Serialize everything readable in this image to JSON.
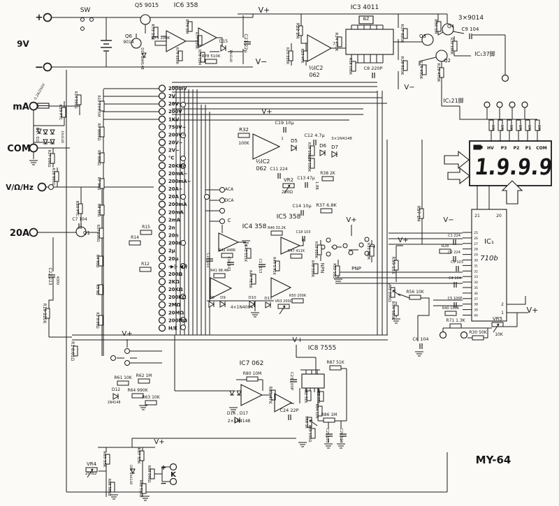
{
  "title": "MY-64",
  "colors": {
    "ink": "#1b1b1b",
    "paper": "#fbfaf7"
  },
  "power": {
    "plus": "+",
    "battery": "9V",
    "minus": "−",
    "switch": "SW"
  },
  "terminals": {
    "ma": "mA",
    "com": "COM",
    "v_ohm_hz": "V/Ω/Hz",
    "a20": "20A",
    "k_plus": "+",
    "k_label": "K",
    "k_minus": "−"
  },
  "display": {
    "digits": "1.9.9.9",
    "annunciators": [
      "HV",
      "P3",
      "P2",
      "P1",
      "COM"
    ],
    "battery_icon": "low-battery-icon"
  },
  "ic1": {
    "name": "IC₁",
    "part": "710b",
    "pins_top": [
      "21",
      "20"
    ],
    "pins_right": [
      "2",
      "1"
    ],
    "pins_left_first": 25,
    "pins_left_last": 40
  },
  "ranges": [
    "200mV",
    "2V",
    "20V",
    "200V",
    "1KV",
    "750V~",
    "200V~",
    "20V~",
    "2V~",
    "°C",
    "20KHz",
    "20mA~",
    "200mA~",
    "20A~",
    "20A",
    "200mA",
    "20mA",
    "2mA",
    "2n",
    "20n",
    "200n",
    "2μ",
    "20μ",
    "-▶|- ◀))",
    "200Ω",
    "2KΩ",
    "20KΩ",
    "200KΩ",
    "2MΩ",
    "20MΩ",
    "200MΩ",
    "H/E"
  ],
  "labels": [
    [
      "Q5 9015",
      210,
      10,
      0,
      8
    ],
    [
      "IC6 358",
      266,
      10,
      0,
      9
    ],
    [
      "Q6",
      184,
      54,
      0,
      7
    ],
    [
      "9014",
      184,
      62,
      0,
      6
    ],
    [
      "R72 20K",
      217,
      46,
      90,
      5.5
    ],
    [
      "R73 100K",
      230,
      56,
      0,
      5.5
    ],
    [
      "D14 1N4148",
      202,
      84,
      90,
      5
    ],
    [
      "R74 1M",
      266,
      38,
      90,
      5.5
    ],
    [
      "R75 220K",
      252,
      80,
      90,
      5
    ],
    [
      "R77 220K",
      280,
      58,
      90,
      5
    ],
    [
      "R76 10M",
      284,
      82,
      90,
      5
    ],
    [
      "R78 510K",
      302,
      82,
      0,
      5.5
    ],
    [
      "D15",
      320,
      61,
      0,
      6
    ],
    [
      "1N4148",
      329,
      80,
      90,
      4.5
    ],
    [
      "C21 22μ",
      350,
      62,
      90,
      6.5
    ],
    [
      "V+",
      378,
      18,
      0,
      11
    ],
    [
      "V−",
      374,
      92,
      0,
      11
    ],
    [
      "R22 2M",
      424,
      44,
      90,
      6
    ],
    [
      "R21 220K",
      410,
      80,
      90,
      5
    ],
    [
      "R23 47K",
      431,
      80,
      90,
      5
    ],
    [
      "7",
      478,
      65,
      0,
      6
    ],
    [
      "½IC2",
      452,
      100,
      0,
      8
    ],
    [
      "062",
      450,
      110,
      0,
      8
    ],
    [
      "IC3 4011",
      522,
      13,
      0,
      9
    ],
    [
      "BZ",
      524,
      29,
      0,
      6.5
    ],
    [
      "R24 470K",
      480,
      60,
      90,
      5.5
    ],
    [
      "R16 100K",
      500,
      95,
      90,
      5
    ],
    [
      "C8 220P",
      534,
      100,
      0,
      6.5
    ],
    [
      "R27 820K",
      574,
      48,
      90,
      5.5
    ],
    [
      "R26 510K",
      574,
      94,
      90,
      5.5
    ],
    [
      "R25 430K",
      601,
      100,
      90,
      5.5
    ],
    [
      "R29 470K",
      626,
      104,
      90,
      5.5
    ],
    [
      "R30 1M",
      622,
      38,
      90,
      5.5
    ],
    [
      "R31 100K",
      645,
      66,
      90,
      5
    ],
    [
      "Q3",
      605,
      54,
      0,
      7
    ],
    [
      "Q4",
      645,
      40,
      0,
      7
    ],
    [
      "Q2",
      640,
      89,
      0,
      7
    ],
    [
      "3×9014",
      674,
      28,
      0,
      9
    ],
    [
      "C9  104",
      673,
      44,
      0,
      7
    ],
    [
      "IC₁37脚",
      694,
      80,
      0,
      8
    ],
    [
      "IC₁21脚",
      649,
      147,
      0,
      8
    ],
    [
      "V−",
      586,
      128,
      0,
      10
    ],
    [
      "1M",
      704,
      183,
      90,
      5.5
    ],
    [
      "1M",
      717,
      183,
      90,
      5.5
    ],
    [
      "1M",
      730,
      183,
      90,
      5.5
    ],
    [
      "1M",
      743,
      183,
      90,
      5.5
    ],
    [
      "1M",
      756,
      183,
      90,
      5.5
    ],
    [
      "1M",
      770,
      183,
      90,
      5.5
    ],
    [
      "V+",
      762,
      448,
      0,
      11
    ],
    [
      "V−",
      642,
      318,
      0,
      10
    ],
    [
      "C1 224",
      650,
      339,
      0,
      5
    ],
    [
      "R28",
      637,
      354,
      0,
      5.5
    ],
    [
      "C2 224",
      650,
      363,
      0,
      5
    ],
    [
      "C3 103",
      654,
      377,
      0,
      5
    ],
    [
      "C4 104",
      651,
      400,
      0,
      5
    ],
    [
      "C5 100P",
      651,
      429,
      0,
      5
    ],
    [
      "R40 100K",
      645,
      443,
      0,
      5
    ],
    [
      "R71 1.3K",
      652,
      461,
      0,
      6
    ],
    [
      "R30 50K",
      684,
      478,
      0,
      6
    ],
    [
      "VR5",
      712,
      459,
      0,
      7
    ],
    [
      "10K",
      714,
      481,
      0,
      6
    ],
    [
      "C6 104",
      602,
      488,
      0,
      6.5
    ],
    [
      "R57 1M",
      597,
      306,
      90,
      6
    ],
    [
      "V+",
      503,
      318,
      0,
      10
    ],
    [
      "NPN",
      459,
      384,
      90,
      7
    ],
    [
      "R13 220K",
      451,
      358,
      90,
      5
    ],
    [
      "R52 10Ω",
      477,
      388,
      90,
      5
    ],
    [
      "PNP",
      510,
      387,
      0,
      7
    ],
    [
      "R51 220K",
      526,
      360,
      90,
      5
    ],
    [
      "V+",
      577,
      347,
      0,
      10
    ],
    [
      "R55 13K",
      561,
      380,
      90,
      6
    ],
    [
      "VR1 200Ω",
      556,
      419,
      90,
      5.5
    ],
    [
      "R54 380K",
      561,
      445,
      90,
      5.5
    ],
    [
      "R56 10K",
      594,
      420,
      0,
      6
    ],
    [
      "V+",
      382,
      163,
      0,
      10
    ],
    [
      "C19 10μ",
      407,
      178,
      0,
      6.5
    ],
    [
      "R32",
      349,
      188,
      0,
      7
    ],
    [
      "100K",
      349,
      207,
      0,
      6
    ],
    [
      "1",
      404,
      200,
      0,
      5.5
    ],
    [
      "½IC2",
      376,
      234,
      0,
      8
    ],
    [
      "062",
      374,
      244,
      0,
      8
    ],
    [
      "C11 224",
      399,
      244,
      0,
      6
    ],
    [
      "D5",
      421,
      204,
      0,
      7
    ],
    [
      "C12 4.7μ",
      450,
      196,
      0,
      6.5
    ],
    [
      "R35 100K",
      441,
      216,
      90,
      5
    ],
    [
      "R36 100K",
      441,
      234,
      90,
      5
    ],
    [
      "D6",
      462,
      211,
      0,
      7
    ],
    [
      "D7",
      479,
      213,
      0,
      7
    ],
    [
      "3×1N4148",
      489,
      200,
      0,
      5.5
    ],
    [
      "R38 2K",
      469,
      250,
      0,
      6
    ],
    [
      "1.8K",
      452,
      266,
      90,
      5.5
    ],
    [
      "VR2",
      413,
      260,
      0,
      7
    ],
    [
      "200Ω",
      411,
      277,
      0,
      6
    ],
    [
      "C13 47μ",
      438,
      257,
      0,
      6
    ],
    [
      "C14 10μ",
      432,
      297,
      0,
      6.5
    ],
    [
      "R37 6.8K",
      467,
      296,
      0,
      6.5
    ],
    [
      "ACA",
      328,
      273,
      0,
      6
    ],
    [
      "DCA",
      328,
      289,
      0,
      6
    ],
    [
      "C",
      328,
      318,
      0,
      7
    ],
    [
      "R15",
      209,
      327,
      0,
      6
    ],
    [
      "R14",
      193,
      342,
      0,
      6
    ],
    [
      "R12",
      208,
      380,
      0,
      6
    ],
    [
      "IC4 358",
      364,
      327,
      0,
      9
    ],
    [
      "IC5 358",
      413,
      313,
      0,
      9
    ],
    [
      "R42 448K",
      325,
      360,
      0,
      5
    ],
    [
      "C15 103",
      296,
      373,
      90,
      5
    ],
    [
      "C16 103",
      326,
      378,
      90,
      5
    ],
    [
      "R43 111K",
      350,
      363,
      90,
      5
    ],
    [
      "R41 98.4K",
      314,
      389,
      0,
      5
    ],
    [
      "R44 76.8K",
      357,
      400,
      90,
      5
    ],
    [
      "R46 33.2K",
      396,
      328,
      0,
      5
    ],
    [
      "C18 103",
      434,
      334,
      0,
      5
    ],
    [
      "R47 411K",
      424,
      361,
      0,
      5
    ],
    [
      "C17 153",
      371,
      381,
      90,
      5
    ],
    [
      "R45 1.91K",
      391,
      381,
      90,
      5
    ],
    [
      "R49 100K",
      446,
      385,
      90,
      5
    ],
    [
      "R50 200K",
      426,
      425,
      0,
      5
    ],
    [
      "VR3 200Ω",
      406,
      433,
      0,
      5
    ],
    [
      "D8",
      303,
      428,
      0,
      5.5
    ],
    [
      "D9",
      319,
      428,
      0,
      5.5
    ],
    [
      "D10",
      361,
      428,
      0,
      5.5
    ],
    [
      "D11",
      384,
      429,
      0,
      5.5
    ],
    [
      "4×1N4004",
      346,
      442,
      0,
      6
    ],
    [
      "IC7 062",
      360,
      523,
      0,
      9
    ],
    [
      "R80 10M",
      361,
      537,
      0,
      6
    ],
    [
      "R81 47K",
      385,
      566,
      90,
      6
    ],
    [
      "D16 , D17",
      340,
      594,
      0,
      6
    ],
    [
      "2×1N4148",
      342,
      605,
      0,
      6
    ],
    [
      "C24 22P",
      414,
      590,
      0,
      6.5
    ],
    [
      "V+",
      426,
      490,
      0,
      10
    ],
    [
      "IC8 7555",
      461,
      501,
      0,
      9
    ],
    [
      "C23 100P",
      416,
      546,
      90,
      5.5
    ],
    [
      "R87 51K",
      480,
      521,
      0,
      6
    ],
    [
      "R82 51K",
      436,
      567,
      90,
      5
    ],
    [
      "R85 47K",
      454,
      568,
      90,
      5
    ],
    [
      "R84 11K",
      452,
      589,
      90,
      5
    ],
    [
      "VR6 1K",
      437,
      605,
      90,
      5
    ],
    [
      "R83 100Ω",
      442,
      621,
      90,
      5
    ],
    [
      "R86 1M",
      471,
      596,
      0,
      6
    ],
    [
      "C25 103",
      467,
      624,
      90,
      5
    ],
    [
      "C26 104",
      487,
      624,
      90,
      5
    ],
    [
      "V+",
      182,
      481,
      0,
      10
    ],
    [
      "R61 10K",
      176,
      543,
      0,
      6
    ],
    [
      "R62 1M",
      206,
      540,
      0,
      6
    ],
    [
      "R64 990K",
      197,
      561,
      0,
      6
    ],
    [
      "R63 10K",
      216,
      571,
      0,
      6
    ],
    [
      "D12",
      166,
      560,
      0,
      6
    ],
    [
      "1N4148",
      163,
      578,
      0,
      4.8
    ],
    [
      "V+",
      228,
      636,
      0,
      10
    ],
    [
      "R65 33K",
      148,
      658,
      90,
      5.5
    ],
    [
      "R67 33K",
      197,
      653,
      90,
      5.5
    ],
    [
      "VR4",
      131,
      667,
      0,
      7
    ],
    [
      "200Ω",
      130,
      680,
      0,
      6
    ],
    [
      "R66 380Ω",
      155,
      698,
      90,
      5
    ],
    [
      "D18 1N4148",
      186,
      680,
      90,
      4.5
    ],
    [
      "R69 200Ω",
      212,
      679,
      90,
      5
    ],
    [
      "R68 510Ω",
      200,
      700,
      90,
      5
    ],
    [
      "0.2A/250V",
      58,
      132,
      -60,
      5
    ],
    [
      "R29 PTC",
      85,
      161,
      90,
      5.5
    ],
    [
      "R14 100Ω",
      107,
      143,
      90,
      5
    ],
    [
      "D1 , D2",
      52,
      193,
      90,
      5.5
    ],
    [
      "1N4148",
      88,
      196,
      90,
      4.5
    ],
    [
      "R27 100Ω",
      69,
      227,
      90,
      5
    ],
    [
      "R16 900Ω",
      75,
      253,
      90,
      5
    ],
    [
      "R20 PTC",
      109,
      299,
      90,
      5.5
    ],
    [
      "Q1",
      124,
      336,
      0,
      7
    ],
    [
      "C7 104",
      114,
      316,
      0,
      6
    ],
    [
      "R17 100Ω",
      139,
      334,
      90,
      5
    ],
    [
      "C22 223",
      70,
      396,
      90,
      6
    ],
    [
      "400V",
      81,
      402,
      90,
      5
    ],
    [
      "R19 220K",
      62,
      449,
      90,
      6
    ],
    [
      "R1 0.01Ω",
      102,
      503,
      90,
      6
    ],
    [
      "R2 0.99Ω",
      138,
      459,
      90,
      5
    ],
    [
      "R3 9Ω",
      138,
      415,
      90,
      5
    ],
    [
      "R4 90Ω",
      138,
      374,
      90,
      5
    ],
    [
      "R10 2×4.5M",
      140,
      152,
      90,
      5
    ],
    [
      "R9 900KΩ",
      140,
      189,
      90,
      5
    ],
    [
      "R8 90KΩ",
      140,
      226,
      90,
      5
    ],
    [
      "R7 9KΩ",
      140,
      263,
      90,
      5
    ],
    [
      "R6 1KΩ",
      140,
      301,
      90,
      5
    ]
  ]
}
